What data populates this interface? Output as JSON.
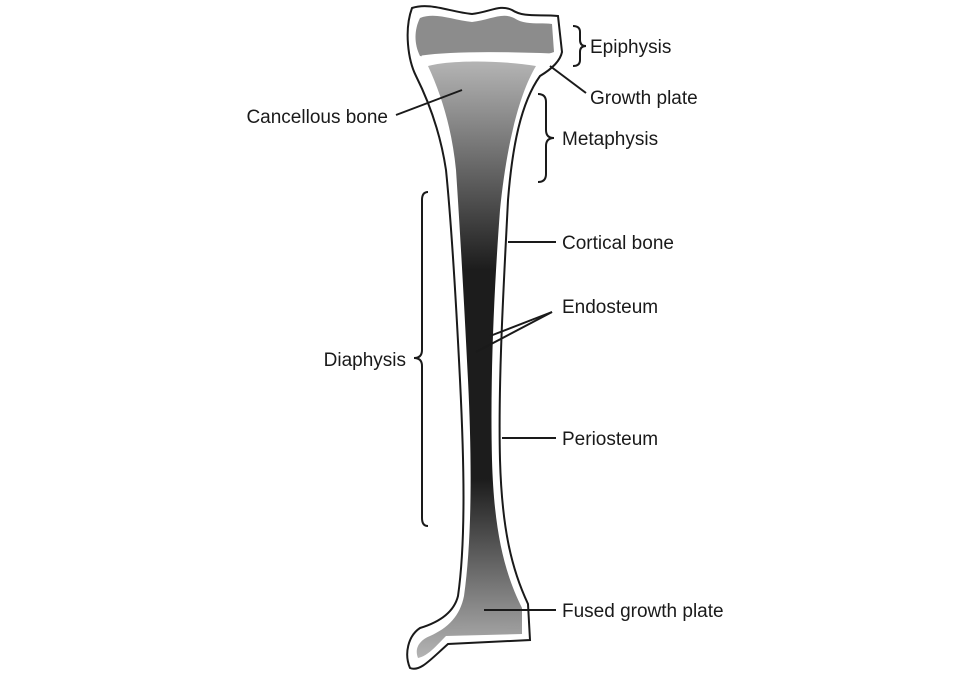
{
  "labels": {
    "epiphysis": "Epiphysis",
    "growth_plate": "Growth plate",
    "cancellous_bone": "Cancellous bone",
    "metaphysis": "Metaphysis",
    "cortical_bone": "Cortical bone",
    "endosteum": "Endosteum",
    "diaphysis": "Diaphysis",
    "periosteum": "Periosteum",
    "fused_growth_plate": "Fused growth plate"
  },
  "colors": {
    "epiphysis_fill": "#8c8c8c",
    "marrow_dark": "#1c1c1c",
    "marrow_light": "#b4b4b4",
    "outline": "#1a1a1a",
    "cortex": "#ffffff"
  }
}
